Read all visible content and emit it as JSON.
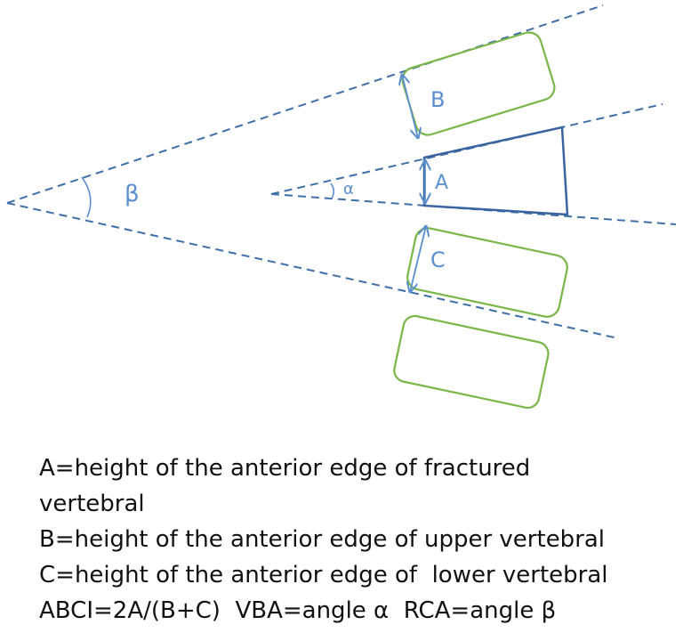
{
  "diagram": {
    "labels": {
      "a_height": "A",
      "b_height": "B",
      "c_height": "C",
      "alpha": "α",
      "beta": "β"
    },
    "colors": {
      "dashed_line": "#3f6fa8",
      "vertebra_outline": "#7ab648",
      "fractured_outline": "#3a64a0",
      "measure_arrow": "#5b8fce",
      "label_text": "#5b8fce"
    }
  },
  "legend": {
    "line1": "A=height of the anterior edge of fractured",
    "line2": "vertebral",
    "line3": "B=height of the anterior edge of upper vertebral",
    "line4": "C=height of the anterior edge of  lower vertebral",
    "line5": "ABCI=2A/(B+C)  VBA=angle α  RCA=angle β"
  }
}
